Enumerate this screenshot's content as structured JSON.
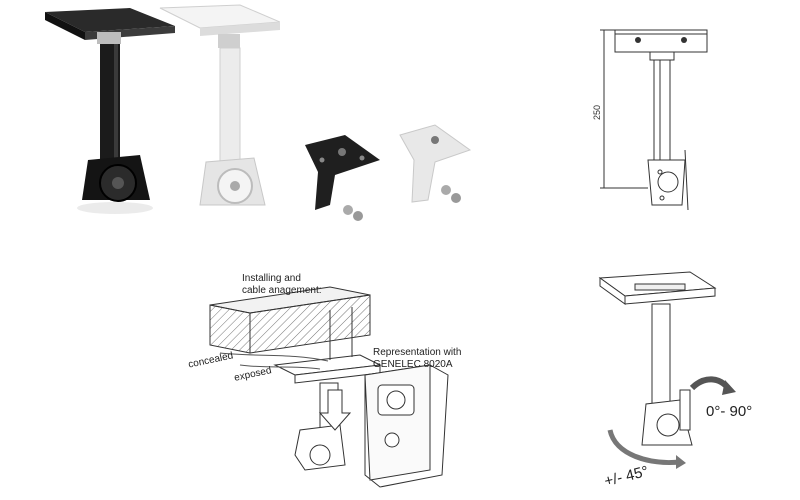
{
  "install": {
    "heading_line1": "Installing and",
    "heading_line2": "cable anagement:",
    "concealed": "concealed",
    "exposed": "exposed",
    "rep_line1": "Representation with",
    "rep_line2": "GENELEC 8020A"
  },
  "dimension": {
    "height": "250"
  },
  "angles": {
    "tilt": "0°- 90°",
    "swivel": "+/- 45°"
  },
  "colors": {
    "black_finish": "#1e1e1e",
    "white_finish": "#e9e9e9",
    "line": "#333333"
  }
}
